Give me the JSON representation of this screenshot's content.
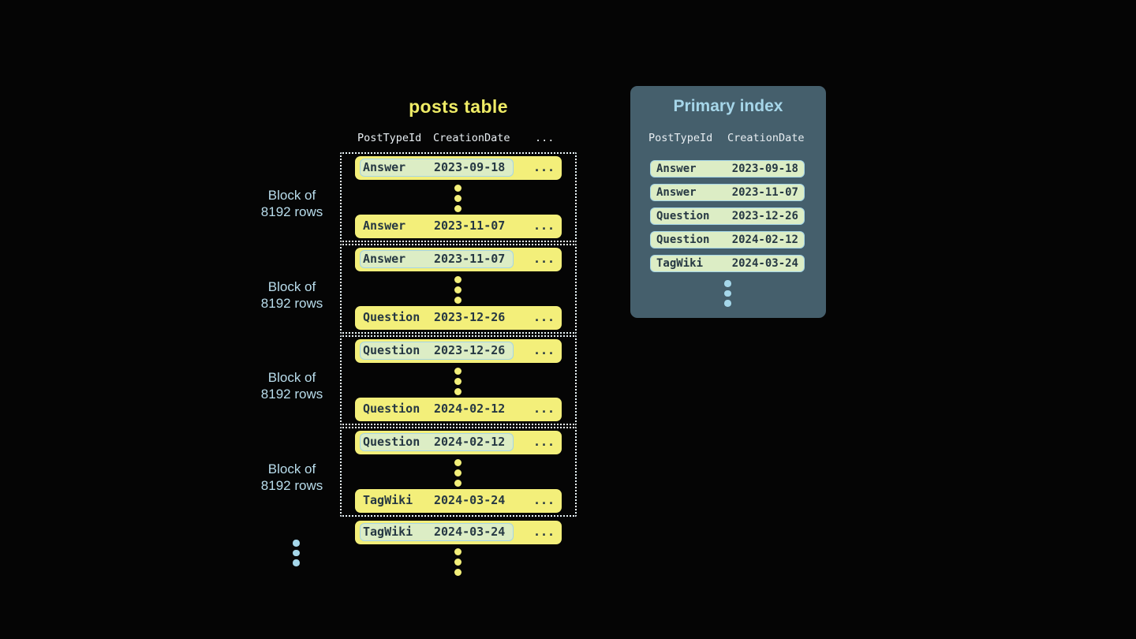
{
  "colors": {
    "background": "#050505",
    "row_yellow": "#f3ef7a",
    "title_yellow": "#efec66",
    "highlight_green": "#dcedc5",
    "highlight_border": "#a5d5e6",
    "dark_text": "#263843",
    "panel_bg": "#455f6c",
    "panel_title": "#a6d6e9",
    "label_blue": "#b9ddec",
    "header_text": "#e8eef2",
    "dotted_border": "#e9f4f8",
    "dot_blue": "#a5d7ea"
  },
  "posts_table": {
    "title": "posts table",
    "headers": {
      "col1": "PostTypeId",
      "col2": "CreationDate",
      "col3": "..."
    },
    "block_label": {
      "line1": "Block of",
      "line2": "8192 rows"
    },
    "blocks": [
      {
        "first_row": {
          "type": "Answer",
          "date": "2023-09-18",
          "more": "..."
        },
        "last_row": {
          "type": "Answer",
          "date": "2023-11-07",
          "more": "..."
        }
      },
      {
        "first_row": {
          "type": "Answer",
          "date": "2023-11-07",
          "more": "..."
        },
        "last_row": {
          "type": "Question",
          "date": "2023-12-26",
          "more": "..."
        }
      },
      {
        "first_row": {
          "type": "Question",
          "date": "2023-12-26",
          "more": "..."
        },
        "last_row": {
          "type": "Question",
          "date": "2024-02-12",
          "more": "..."
        }
      },
      {
        "first_row": {
          "type": "Question",
          "date": "2024-02-12",
          "more": "..."
        },
        "last_row": {
          "type": "TagWiki",
          "date": "2024-03-24",
          "more": "..."
        }
      }
    ],
    "overflow_row": {
      "type": "TagWiki",
      "date": "2024-03-24",
      "more": "..."
    }
  },
  "primary_index": {
    "title": "Primary index",
    "headers": {
      "col1": "PostTypeId",
      "col2": "CreationDate"
    },
    "rows": [
      {
        "type": "Answer",
        "date": "2023-09-18"
      },
      {
        "type": "Answer",
        "date": "2023-11-07"
      },
      {
        "type": "Question",
        "date": "2023-12-26"
      },
      {
        "type": "Question",
        "date": "2024-02-12"
      },
      {
        "type": "TagWiki",
        "date": "2024-03-24"
      }
    ]
  }
}
